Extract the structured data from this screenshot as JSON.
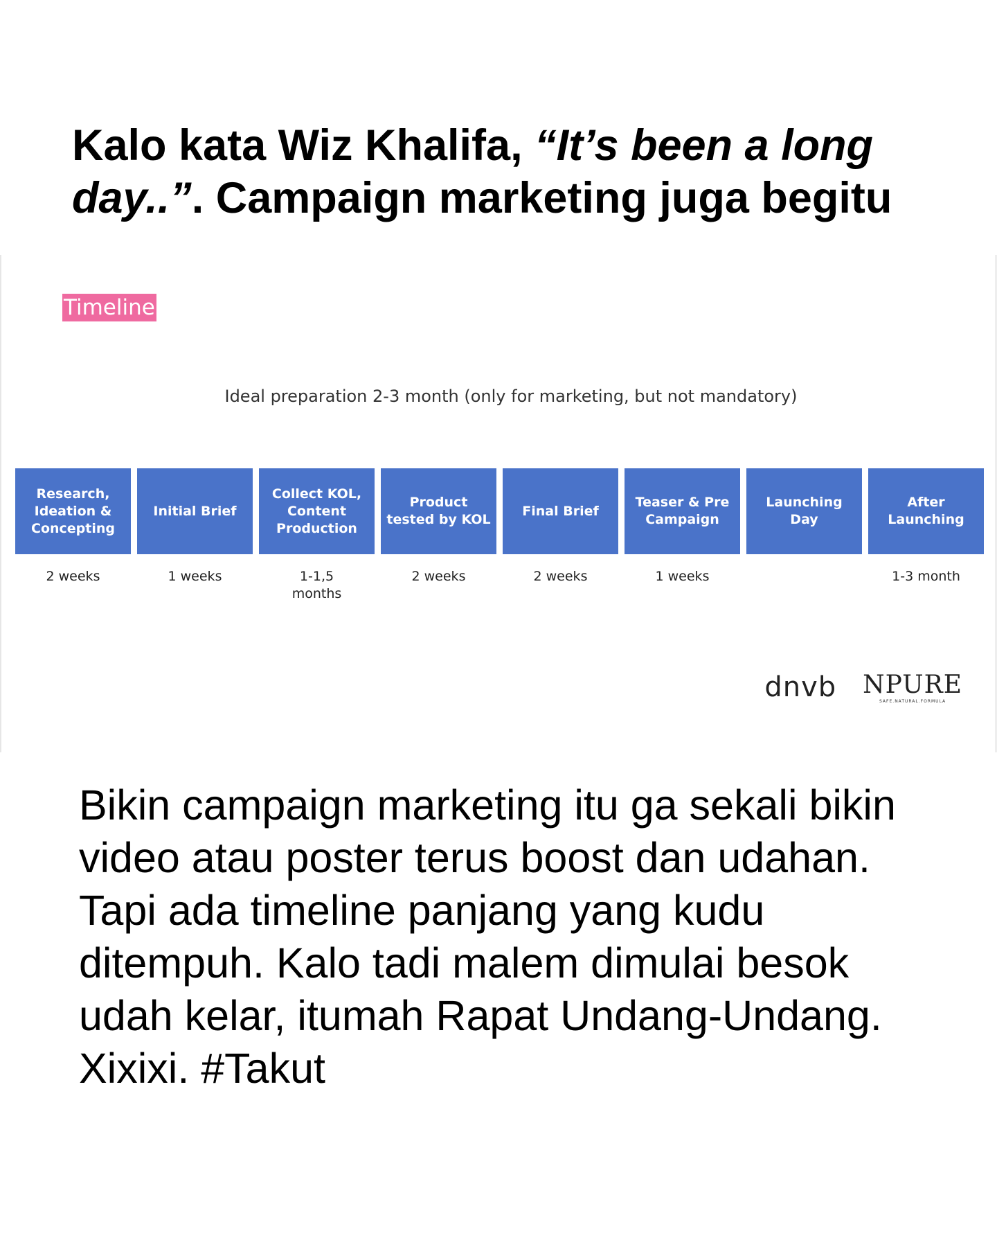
{
  "headline": {
    "prefix": "Kalo kata Wiz Khalifa, ",
    "quote": "“It’s been a long day..”",
    "suffix": ". Campaign marketing juga begitu"
  },
  "slide": {
    "tag": "Timeline",
    "subtitle": "Ideal preparation 2-3 month (only for marketing, but not mandatory)",
    "steps": [
      {
        "label": "Research, Ideation & Concepting",
        "duration": "2 weeks"
      },
      {
        "label": "Initial Brief",
        "duration": "1 weeks"
      },
      {
        "label": "Collect KOL, Content Production",
        "duration": "1-1,5 months"
      },
      {
        "label": "Product tested by KOL",
        "duration": "2 weeks"
      },
      {
        "label": "Final Brief",
        "duration": "2 weeks"
      },
      {
        "label": "Teaser & Pre Campaign",
        "duration": "1 weeks"
      },
      {
        "label": "Launching Day",
        "duration": ""
      },
      {
        "label": "After Launching",
        "duration": "1-3 month"
      }
    ],
    "logos": {
      "dnvb": "dnvb",
      "npure": "NPURE",
      "npure_sub": "SAFE.NATURAL.FORMULA"
    },
    "colors": {
      "tag": "#ef6aa0",
      "step": "#4a73c9"
    }
  },
  "body": "Bikin campaign marketing itu ga sekali bikin video atau poster terus boost dan udahan. Tapi ada timeline panjang yang kudu ditempuh. Kalo tadi malem dimulai besok udah kelar, itumah Rapat Undang-Undang. Xixixi. #Takut"
}
